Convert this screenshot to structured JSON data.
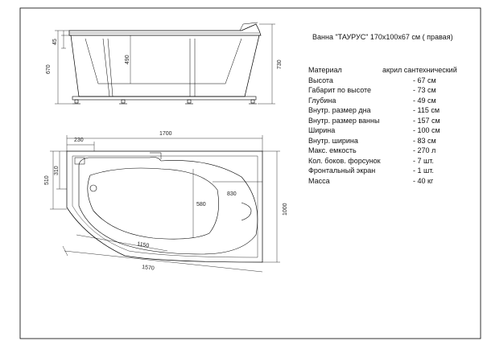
{
  "title": "Ванна \"ТАУРУС\" 170х100х67 см  ( правая)",
  "spec_header": {
    "name": "Материал",
    "value": "акрил сантехнический"
  },
  "specs": [
    {
      "name": "Высота",
      "value": "- 67 см"
    },
    {
      "name": "Габарит по высоте",
      "value": "- 73 см"
    },
    {
      "name": "Глубина",
      "value": "- 49 см"
    },
    {
      "name": "Внутр. размер дна",
      "value": "- 115 см"
    },
    {
      "name": "Внутр. размер ванны",
      "value": "- 157 см"
    },
    {
      "name": "Ширина",
      "value": "- 100 см"
    },
    {
      "name": "Внутр. ширина",
      "value": "- 83 см"
    },
    {
      "name": "Макс. емкость",
      "value": "- 270 л"
    },
    {
      "name": "Кол. боков. форсунок",
      "value": "- 7 шт."
    },
    {
      "name": "Фронтальный экран",
      "value": "- 1 шт."
    },
    {
      "name": "Масса",
      "value": "- 40 кг"
    }
  ],
  "dimensions": {
    "d45": "45",
    "d490": "490",
    "d670": "670",
    "d730": "730",
    "d1700": "1700",
    "d230": "230",
    "d310": "310",
    "d510": "510",
    "d580": "580",
    "d830": "830",
    "d1000": "1000",
    "d1150": "1150",
    "d1570": "1570"
  }
}
